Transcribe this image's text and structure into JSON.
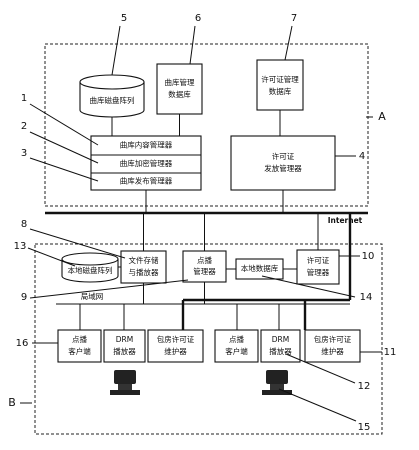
{
  "regions": {
    "top": "A",
    "bottom": "B"
  },
  "network": {
    "internet": "Internet",
    "lan": "局域网"
  },
  "top": {
    "db_media_array": "曲库磁盘阵列",
    "db_track_mgmt": [
      "曲库管理",
      "数据库"
    ],
    "db_license": [
      "许可证管理",
      "数据库"
    ],
    "content_mgr": "曲库内容管理器",
    "encrypt_mgr": "曲库加密管理器",
    "publish_mgr": "曲库发布管理器",
    "license_server": [
      "许可证",
      "发放管理器"
    ]
  },
  "bottom": {
    "local_array": "本地磁盘阵列",
    "file_storage": [
      "文件存储",
      "与播放器"
    ],
    "vod_manager": [
      "点播",
      "管理器"
    ],
    "local_db": "本地数据库",
    "license_manager": [
      "许可证",
      "管理器"
    ],
    "vod_client_1": [
      "点播",
      "客户端"
    ],
    "drm_player_1": [
      "DRM",
      "播放器"
    ],
    "pkg_license_1": [
      "包房许可证",
      "维护器"
    ],
    "vod_client_2": [
      "点播",
      "客户端"
    ],
    "drm_player_2": [
      "DRM",
      "播放器"
    ],
    "pkg_license_2": [
      "包房许可证",
      "维护器"
    ]
  },
  "callouts": [
    "1",
    "2",
    "3",
    "4",
    "5",
    "6",
    "7",
    "8",
    "9",
    "10",
    "11",
    "12",
    "13",
    "14",
    "15",
    "16"
  ]
}
